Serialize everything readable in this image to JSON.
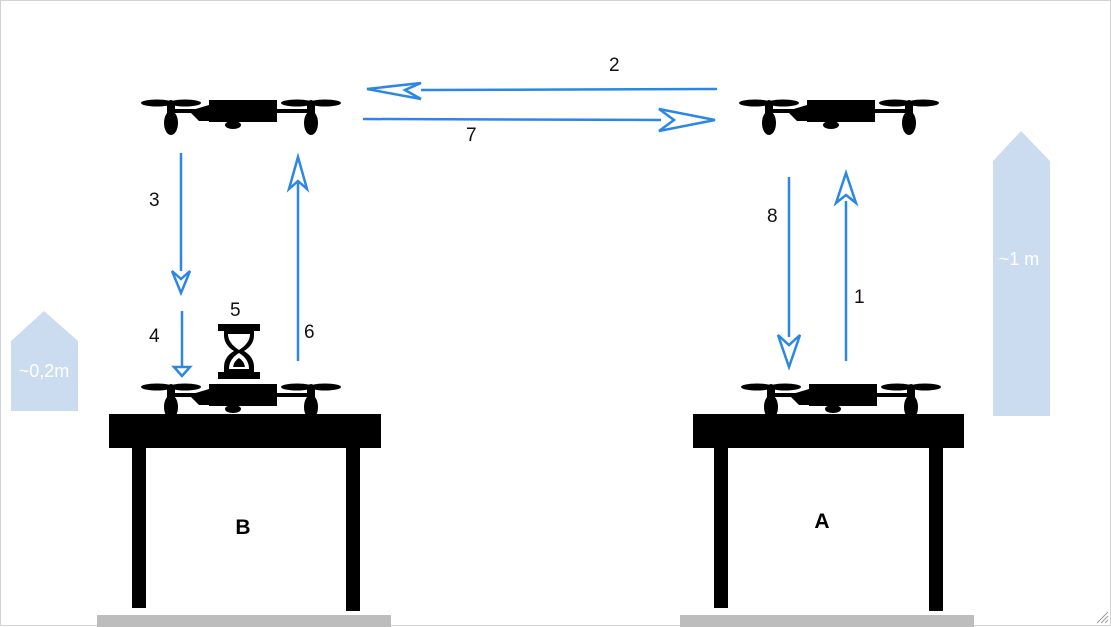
{
  "diagram": {
    "step_labels": {
      "s1": "1",
      "s2": "2",
      "s3": "3",
      "s4": "4",
      "s5": "5",
      "s6": "6",
      "s7": "7",
      "s8": "8"
    },
    "tables": {
      "left": "B",
      "right": "A"
    },
    "heights": {
      "low": "~0,2m",
      "high": "~1 m"
    },
    "colors": {
      "arrow": "#2b87e3",
      "height_marker": "#ccdcf0",
      "silhouette": "#000000",
      "floor": "#bdbdbd"
    },
    "icons": {
      "drone": "drone-icon",
      "waiting": "hourglass-icon",
      "resize": "resize-grip-icon"
    }
  }
}
